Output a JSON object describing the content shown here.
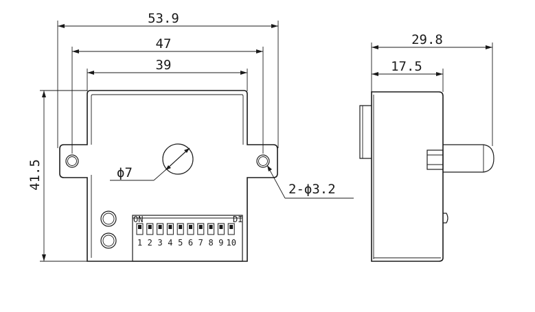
{
  "dimensions": {
    "overall_width": "53.9",
    "mount_hole_spacing": "47",
    "body_width": "39",
    "overall_height": "41.5",
    "side_overall_depth": "29.8",
    "side_body_depth": "17.5"
  },
  "callouts": {
    "lens_diameter": "ϕ7",
    "mount_holes": "2-ϕ3.2"
  },
  "dip_switch": {
    "on_label": "ON",
    "di_label": "DI",
    "positions": [
      "1",
      "2",
      "3",
      "4",
      "5",
      "6",
      "7",
      "8",
      "9",
      "10"
    ]
  }
}
